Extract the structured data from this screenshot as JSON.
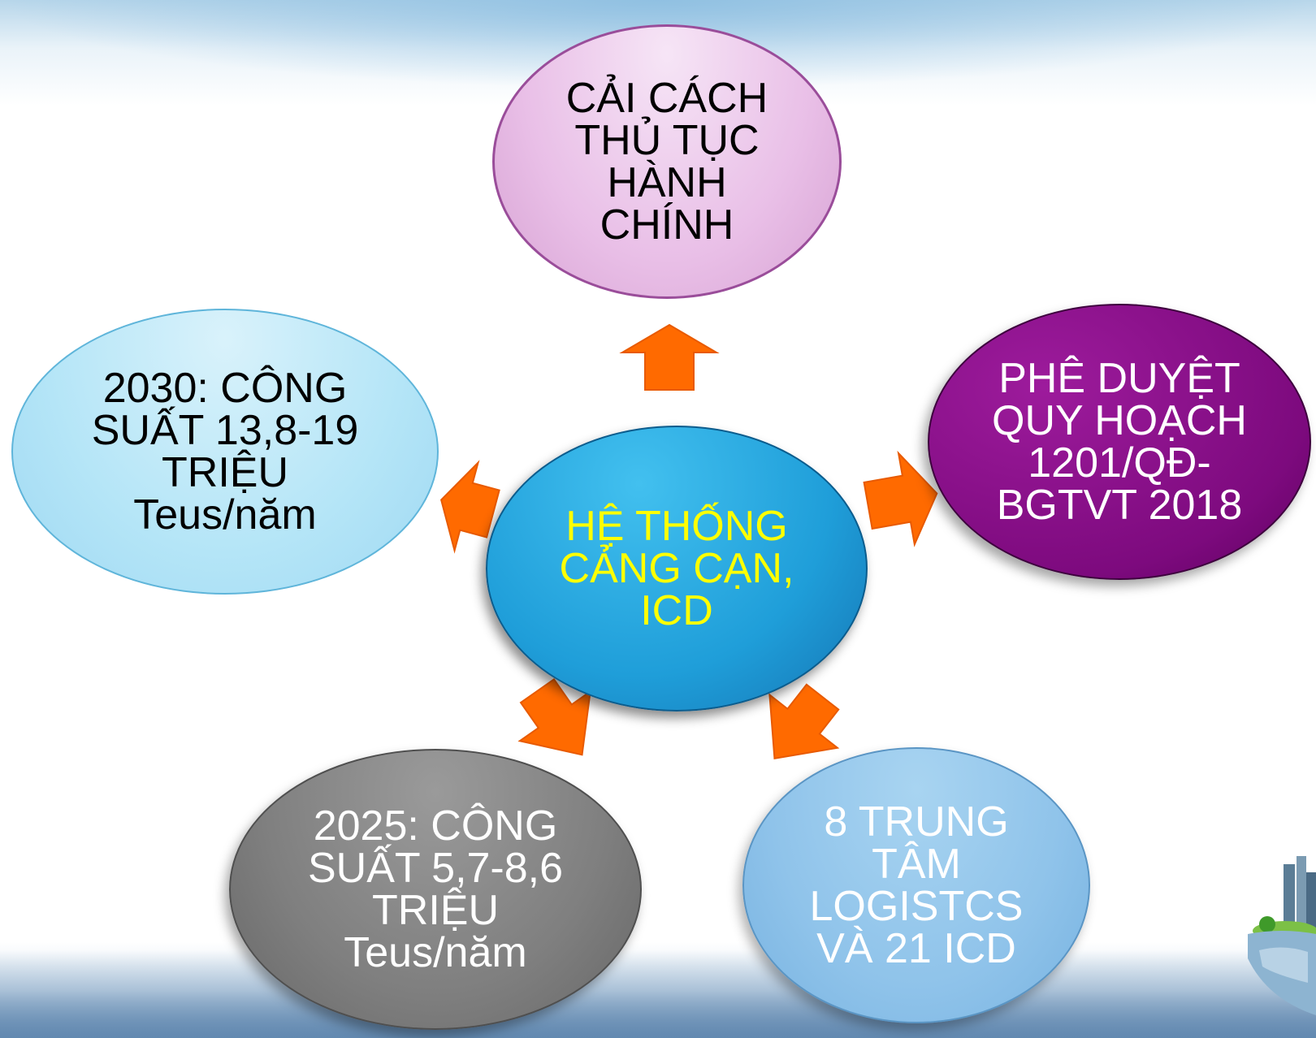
{
  "center": {
    "lines": [
      "HỆ THỐNG",
      "CẢNG CẠN,",
      "ICD"
    ]
  },
  "top": {
    "lines": [
      "CẢI CÁCH",
      "THỦ TỤC",
      "HÀNH",
      "CHÍNH"
    ]
  },
  "right": {
    "lines": [
      "PHÊ DUYỆT",
      "QUY HOẠCH",
      "1201/QĐ-",
      "BGTVT 2018"
    ]
  },
  "left": {
    "lines": [
      "2030: CÔNG",
      "SUẤT 13,8-19",
      "TRIỆU",
      "Teus/năm"
    ]
  },
  "bottom_left": {
    "lines": [
      "2025: CÔNG",
      "SUẤT 5,7-8,6",
      "TRIỆU",
      "Teus/năm"
    ]
  },
  "bottom_right": {
    "lines": [
      "8 TRUNG",
      "TÂM",
      "LOGISTCS",
      "VÀ 21 ICD"
    ]
  },
  "colors": {
    "arrow": "#ff6a00",
    "center_text": "#ffff00",
    "top_bubble": "#e9bfe7",
    "right_bubble": "#7d0a7e",
    "left_bubble": "#b4e5f7",
    "center_bubble": "#1f9ed9",
    "bottom_left_bubble": "#7f7f7f",
    "bottom_right_bubble": "#8fc3ea"
  }
}
